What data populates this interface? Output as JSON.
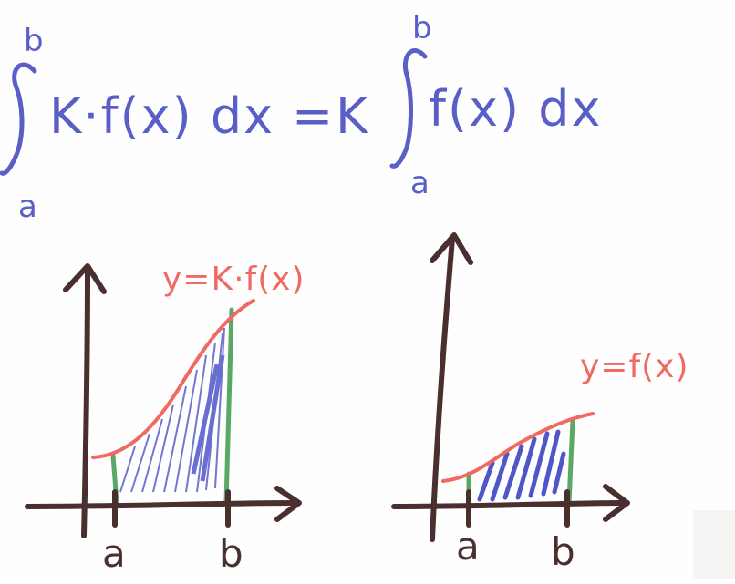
{
  "formula": {
    "left_upper": "b",
    "left_lower": "a",
    "left_integrand": "K·f(x) dx",
    "equals": "=",
    "constant": "K",
    "right_upper": "b",
    "right_lower": "a",
    "right_integrand": "f(x) dx"
  },
  "left_graph": {
    "curve_label": "y=K·f(x)",
    "tick_a": "a",
    "tick_b": "b"
  },
  "right_graph": {
    "curve_label": "y=f(x)",
    "tick_a": "a",
    "tick_b": "b"
  },
  "colors": {
    "ink_blue": "#5a5fc8",
    "curve_red": "#ef6a62",
    "bound_green": "#5aa866",
    "axis_brown": "#4a2f2f",
    "hatch_blue": "#4f57c8"
  }
}
